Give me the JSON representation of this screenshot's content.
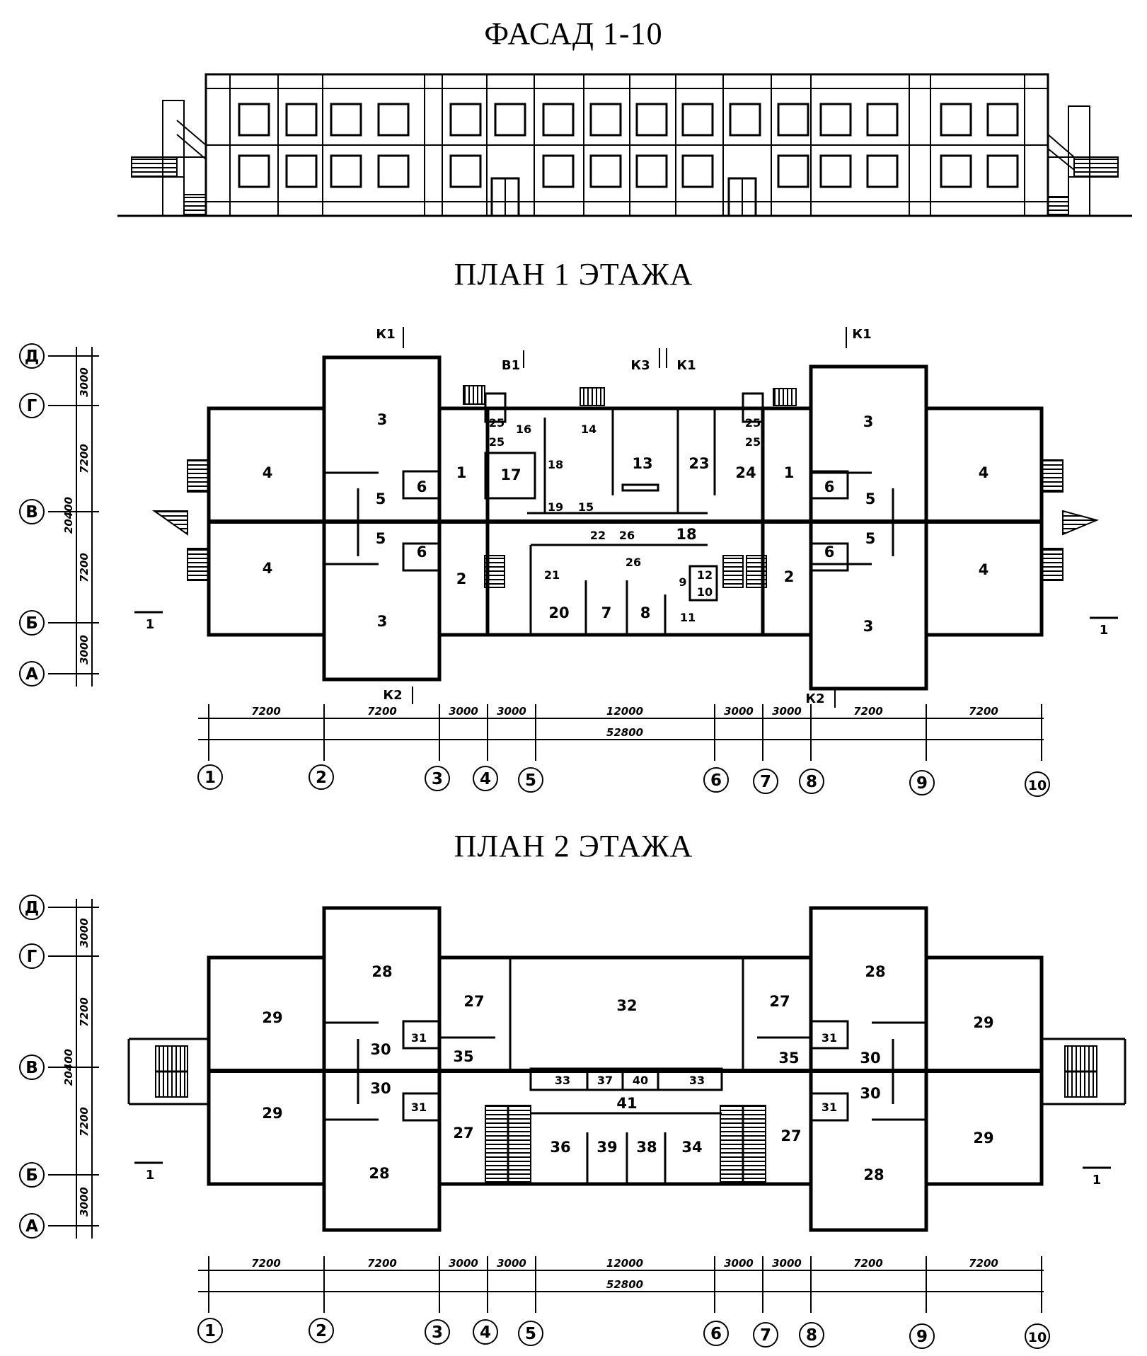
{
  "titles": {
    "facade": "ФАСАД 1-10",
    "plan1": "ПЛАН 1 ЭТАЖА",
    "plan2": "ПЛАН 2 ЭТАЖА"
  },
  "axes": {
    "columns": [
      "1",
      "2",
      "3",
      "4",
      "5",
      "6",
      "7",
      "8",
      "9",
      "10"
    ],
    "rows": [
      "Д",
      "Г",
      "В",
      "Б",
      "А"
    ]
  },
  "dims": {
    "horizontal": [
      "7200",
      "7200",
      "3000",
      "3000",
      "12000",
      "3000",
      "3000",
      "7200",
      "7200"
    ],
    "total": "52800",
    "vertical": [
      "3000",
      "7200",
      "7200",
      "3000"
    ],
    "vertical_total": "20400"
  },
  "plan1": {
    "marks": {
      "k1_left": "К1",
      "b1": "В1",
      "k3": "К3",
      "k1_mid": "К1",
      "k1_right": "К1",
      "k2_left": "К2",
      "k2_right": "К2",
      "sect_left": "1",
      "sect_right": "1"
    },
    "rooms": {
      "l3a": "3",
      "l4a": "4",
      "l5a": "5",
      "l6a": "6",
      "l1": "1",
      "l5b": "5",
      "l6b": "6",
      "l4b": "4",
      "l2": "2",
      "l3b": "3",
      "c25a": "25",
      "c25b": "25",
      "c16": "16",
      "c14": "14",
      "c17": "17",
      "c18a": "18",
      "c13": "13",
      "c23": "23",
      "c19": "19",
      "c15": "15",
      "c22": "22",
      "c26a": "26",
      "c18b": "18",
      "c26b": "26",
      "c21": "21",
      "c9": "9",
      "c12": "12",
      "c10": "10",
      "c20": "20",
      "c7": "7",
      "c8": "8",
      "c11": "11",
      "r25a": "25",
      "r25b": "25",
      "r24": "24",
      "r1": "1",
      "r3a": "3",
      "r6a": "6",
      "r5a": "5",
      "r4a": "4",
      "r5b": "5",
      "r6b": "6",
      "r4b": "4",
      "r2": "2",
      "r3b": "3"
    }
  },
  "plan2": {
    "marks": {
      "sect_left": "1",
      "sect_right": "1"
    },
    "rooms": {
      "l28a": "28",
      "l29a": "29",
      "l27a": "27",
      "l31a": "31",
      "l30a": "30",
      "l35a": "35",
      "l30b": "30",
      "l31b": "31",
      "l29b": "29",
      "l27b": "27",
      "l28b": "28",
      "c32": "32",
      "c33a": "33",
      "c37": "37",
      "c40": "40",
      "c33b": "33",
      "c41": "41",
      "c36": "36",
      "c39": "39",
      "c38": "38",
      "c34": "34",
      "r27a": "27",
      "r28a": "28",
      "r29a": "29",
      "r35": "35",
      "r31a": "31",
      "r30a": "30",
      "r30b": "30",
      "r31b": "31",
      "r27b": "27",
      "r29b": "29",
      "r28b": "28"
    }
  }
}
